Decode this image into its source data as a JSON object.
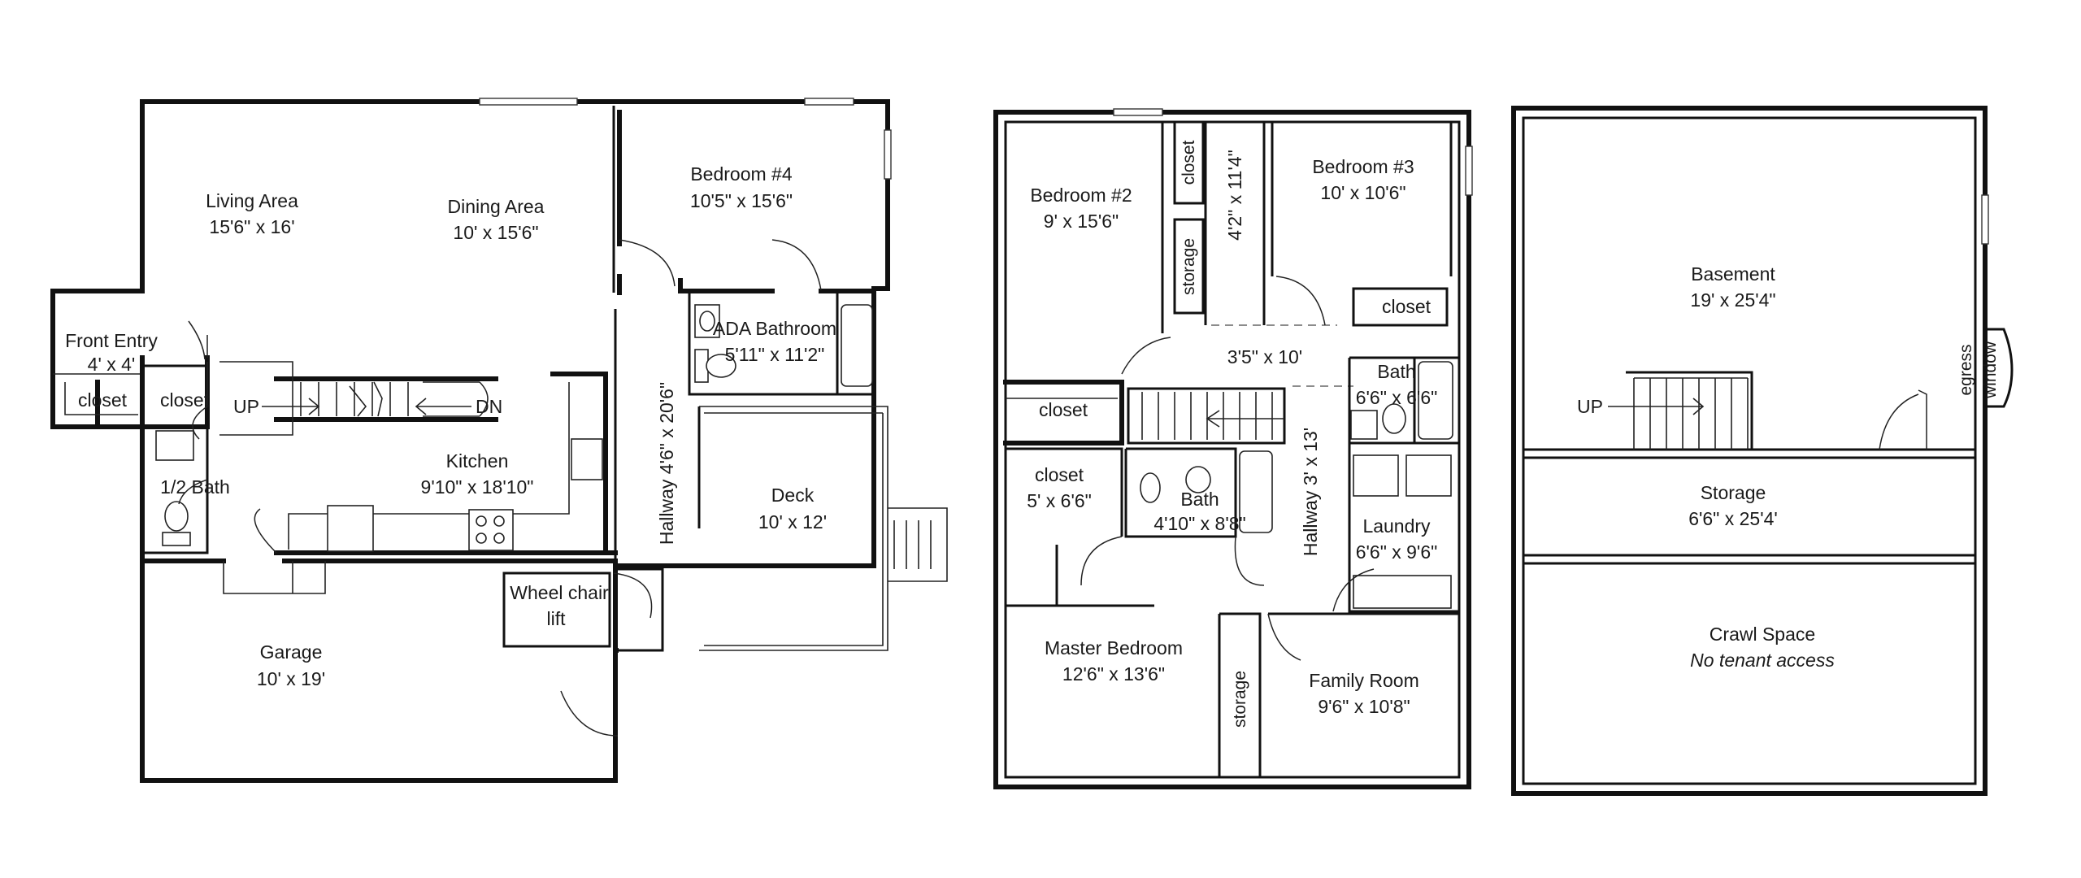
{
  "first_floor": {
    "rooms": {
      "front_entry": {
        "name": "Front Entry",
        "size": "4' x 4'"
      },
      "entry_closet": {
        "name": "closet"
      },
      "living_area": {
        "name": "Living Area",
        "size": "15'6\" x 16'"
      },
      "dining_area": {
        "name": "Dining Area",
        "size": "10' x 15'6\""
      },
      "bedroom_4": {
        "name": "Bedroom #4",
        "size": "10'5\" x 15'6\""
      },
      "ada_bathroom": {
        "name": "ADA Bathroom",
        "size": "5'11\" x 11'2\""
      },
      "closet": {
        "name": "closet"
      },
      "half_bath": {
        "name": "1/2 Bath"
      },
      "kitchen": {
        "name": "Kitchen",
        "size": "9'10\" x 18'10\""
      },
      "hallway": {
        "name": "Hallway 4'6\" x 20'6\""
      },
      "deck": {
        "name": "Deck",
        "size": "10' x 12'"
      },
      "wheelchair_lift": {
        "line1": "Wheel chair",
        "line2": "lift"
      },
      "garage": {
        "name": "Garage",
        "size": "10' x 19'"
      }
    },
    "stair_up": "UP",
    "stair_down": "DN"
  },
  "second_floor": {
    "rooms": {
      "bedroom_2": {
        "name": "Bedroom #2",
        "size": "9' x 15'6\""
      },
      "closet_top": {
        "name": "closet"
      },
      "storage_top": {
        "name": "storage"
      },
      "vertical_dim": {
        "name": "4'2\" x 11'4\""
      },
      "bedroom_3": {
        "name": "Bedroom #3",
        "size": "10' x 10'6\""
      },
      "closet_b3": {
        "name": "closet"
      },
      "landing": {
        "name": "3'5\" x 10'"
      },
      "bath_upper": {
        "name": "Bath",
        "size": "6'6\" x 6'6\""
      },
      "closet_left": {
        "name": "closet"
      },
      "closet_master": {
        "name": "closet",
        "size": "5' x 6'6\""
      },
      "bath_middle": {
        "name": "Bath",
        "size": "4'10\" x 8'8\""
      },
      "hallway": {
        "name": "Hallway 3' x 13'"
      },
      "laundry": {
        "name": "Laundry",
        "size": "6'6\" x 9'6\""
      },
      "master_bedroom": {
        "name": "Master Bedroom",
        "size": "12'6\" x 13'6\""
      },
      "storage_bottom": {
        "name": "storage"
      },
      "family_room": {
        "name": "Family Room",
        "size": "9'6\" x 10'8\""
      }
    }
  },
  "basement": {
    "rooms": {
      "basement": {
        "name": "Basement",
        "size": "19' x 25'4\""
      },
      "egress": {
        "line1": "egress",
        "line2": "window"
      },
      "storage": {
        "name": "Storage",
        "size": "6'6\"  x  25'4'"
      },
      "crawl_space": {
        "name": "Crawl Space",
        "note": "No tenant access"
      }
    },
    "stair_up": "UP"
  }
}
